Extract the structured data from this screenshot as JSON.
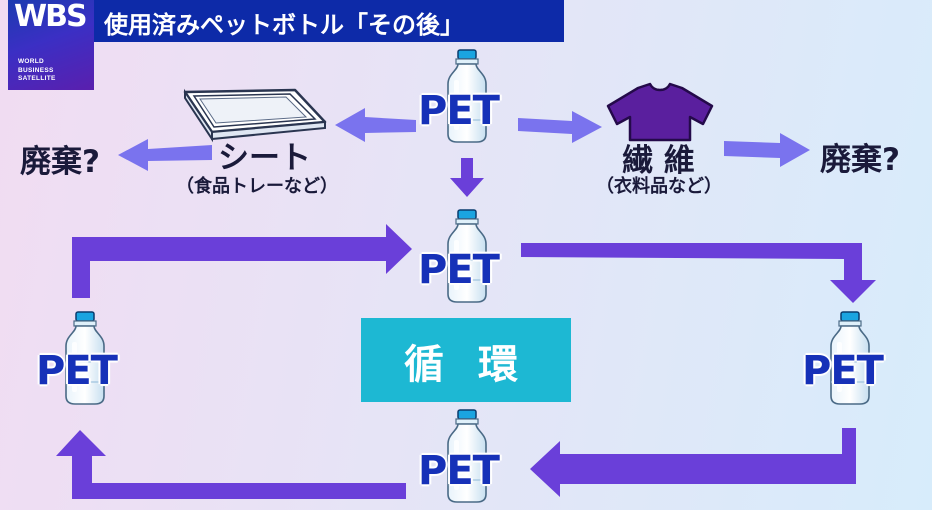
{
  "logo": {
    "letters": "WBS",
    "lines": [
      "WORLD",
      "BUSINESS",
      "SATELLITE"
    ]
  },
  "title": "使用済みペットボトル「その後」",
  "nodes": {
    "pet_top": "PET",
    "pet_upper": "PET",
    "pet_left": "PET",
    "pet_right": "PET",
    "pet_bottom": "PET",
    "sheet": "シート",
    "sheet_sub": "（食品トレーなど）",
    "fiber": "繊 維",
    "fiber_sub": "（衣料品など）",
    "waste_left": "廃棄?",
    "waste_right": "廃棄?",
    "cycle": "循 環"
  },
  "colors": {
    "arrow": "#7a73ee",
    "cycle_arrow": "#6a3fd9",
    "title_bg": "#0d2aa8",
    "cycle_bg": "#1db8d3",
    "pet_text": "#1631b8",
    "shirt": "#5a1f9e"
  },
  "icons": [
    "bottle-icon",
    "tray-icon",
    "tshirt-icon"
  ]
}
